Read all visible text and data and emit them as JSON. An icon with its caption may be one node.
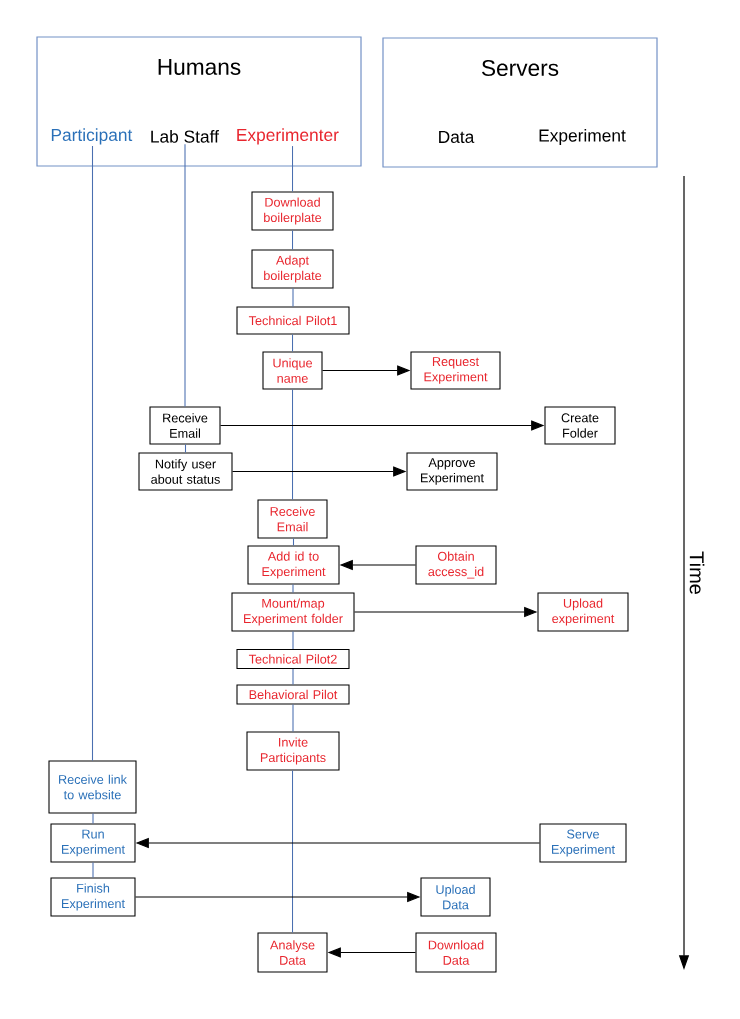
{
  "diagram": {
    "nodes": [
      {
        "text": [
          "Humans"
        ]
      },
      {
        "text": [
          "Participant"
        ],
        "in": 0
      },
      {
        "text": [
          "Lab Staff"
        ],
        "in": 0
      },
      {
        "text": [
          "Experimenter"
        ],
        "in": 0
      },
      {
        "text": [
          "Servers"
        ]
      },
      {
        "text": [
          "Download boilerplate"
        ]
      },
      {
        "text": [
          "Adapt boilerplate"
        ]
      },
      {
        "text": [
          "Technical Pilot1"
        ]
      },
      {
        "text": [
          "Unique name"
        ]
      },
      {
        "text": [
          "Request Experiment"
        ]
      },
      {
        "text": [
          "Receive Email"
        ]
      },
      {
        "text": [
          "Create Folder"
        ]
      },
      {
        "text": [
          "Notify user about status"
        ]
      },
      {
        "text": [
          "Approve Experiment"
        ]
      },
      {
        "text": [
          "Receive Email"
        ]
      },
      {
        "text": [
          "Add id to Experiment"
        ]
      },
      {
        "text": [
          "Obtain access_id"
        ]
      },
      {
        "text": [
          "Mount/map Experiment folder"
        ]
      },
      {
        "text": [
          "Upload experiment"
        ]
      },
      {
        "text": [
          "Technical Pilot2"
        ]
      },
      {
        "text": [
          "Behavioral Pilot"
        ]
      },
      {
        "text": [
          "Invite Participants"
        ]
      },
      {
        "text": [
          "Receive link to website"
        ]
      },
      {
        "text": [
          "Run Experiment"
        ]
      },
      {
        "text": [
          "Serve Experiment"
        ]
      },
      {
        "text": [
          "Finish Experiment"
        ]
      },
      {
        "text": [
          "Upload Data"
        ]
      },
      {
        "text": [
          "Analyse Data"
        ]
      },
      {
        "text": [
          "Download Data"
        ]
      }
    ],
    "edges": [
      {
        "from": 1,
        "to": 22,
        "arrow": "none"
      },
      {
        "from": 22,
        "to": 23,
        "arrow": "none"
      },
      {
        "from": 23,
        "to": 25,
        "arrow": "none"
      },
      {
        "from": 2,
        "to": 10,
        "arrow": "none"
      },
      {
        "from": 10,
        "to": 12,
        "arrow": "none"
      },
      {
        "from": 3,
        "to": 5,
        "arrow": "none"
      },
      {
        "from": 5,
        "to": 6,
        "arrow": "none"
      },
      {
        "from": 6,
        "to": 7,
        "arrow": "none"
      },
      {
        "from": 7,
        "to": 8,
        "arrow": "none"
      },
      {
        "from": 8,
        "to": 14,
        "arrow": "none"
      },
      {
        "from": 14,
        "to": 15,
        "arrow": "none"
      },
      {
        "from": 15,
        "to": 17,
        "arrow": "none"
      },
      {
        "from": 17,
        "to": 19,
        "arrow": "none"
      },
      {
        "from": 19,
        "to": 20,
        "arrow": "none"
      },
      {
        "from": 20,
        "to": 21,
        "arrow": "none"
      },
      {
        "from": 21,
        "to": 27,
        "arrow": "none"
      },
      {
        "from": 8,
        "to": 9,
        "arrow": "to",
        "color": "#000000"
      },
      {
        "from": 10,
        "to": 11,
        "arrow": "to",
        "color": "#000000"
      },
      {
        "from": 12,
        "to": 13,
        "arrow": "to",
        "color": "#000000"
      },
      {
        "from": 16,
        "to": 15,
        "arrow": "to",
        "color": "#000000"
      },
      {
        "from": 17,
        "to": 18,
        "arrow": "to",
        "color": "#000000"
      },
      {
        "from": 24,
        "to": 23,
        "arrow": "to",
        "color": "#000000"
      },
      {
        "from": 25,
        "to": 26,
        "arrow": "to",
        "color": "#000000"
      },
      {
        "from": 28,
        "to": 27,
        "arrow": "to",
        "color": "#000000"
      }
    ],
    "labels": [
      "Data",
      "Experiment",
      "Time"
    ]
  }
}
